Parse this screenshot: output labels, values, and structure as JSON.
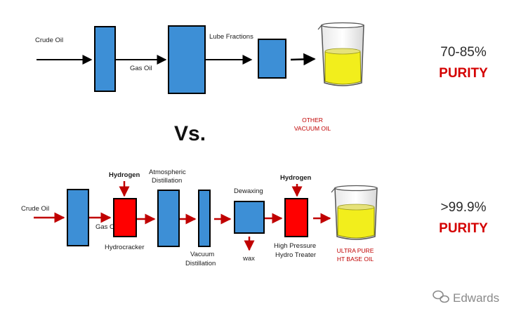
{
  "top": {
    "crude_oil": "Crude Oil",
    "gas_oil": "Gas Oil",
    "lube_fractions": "Lube Fractions",
    "other_line1": "OTHER",
    "other_line2": "VACUUM OIL",
    "percent": "70-85%",
    "purity": "PURITY"
  },
  "vs": "Vs.",
  "bottom": {
    "crude_oil": "Crude Oil",
    "gas_oil": "Gas O",
    "hydrogen_1": "Hydrogen",
    "hydrocracker": "Hydrocracker",
    "atmospheric_line1": "Atmospheric",
    "atmospheric_line2": "Distillation",
    "vacuum_line1": "Vacuum",
    "vacuum_line2": "Distillation",
    "dewaxing": "Dewaxing",
    "wax": "wax",
    "hydrogen_2": "Hydrogen",
    "hp_line1": "High Pressure",
    "hp_line2": "Hydro Treater",
    "ultra_line1": "ULTRA PURE",
    "ultra_line2": "HT BASE OIL",
    "percent": ">99.9%",
    "purity": "PURITY"
  },
  "watermark": "Edwards",
  "colors": {
    "unit_blue": "#3d8fd6",
    "reactor_red": "#ff0000",
    "arrow_top": "#000000",
    "arrow_bottom": "#c00000",
    "oil_yellow": "#f2ee1c",
    "purity_red": "#d40000"
  }
}
